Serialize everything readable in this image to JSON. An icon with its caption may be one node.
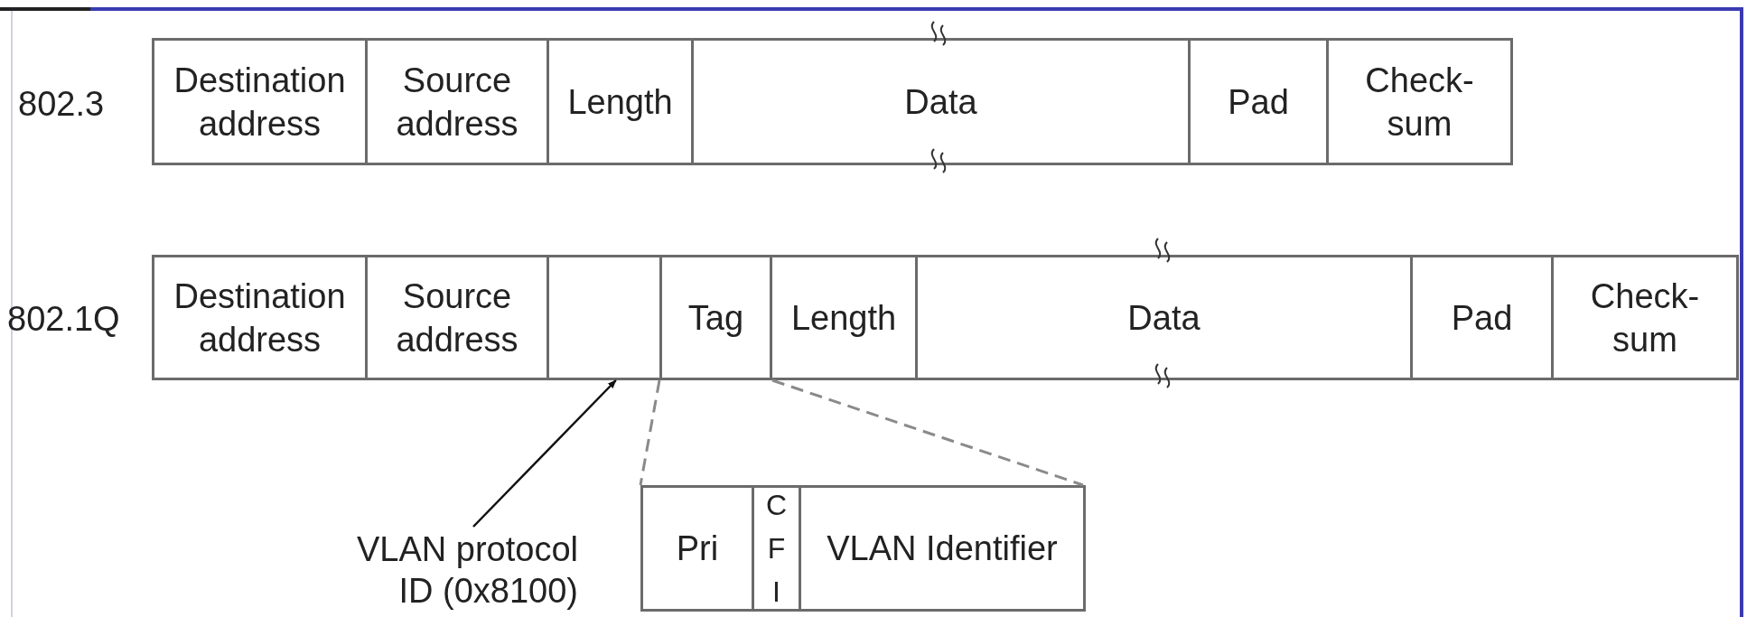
{
  "diagram": {
    "nodes": [
      {
        "text": [
          "Destination address"
        ]
      },
      {
        "text": [
          "Source address"
        ]
      },
      {
        "text": [
          "Length"
        ]
      },
      {
        "text": [
          "Data"
        ]
      },
      {
        "text": [
          "Pad"
        ]
      },
      {
        "text": [
          "Check- sum"
        ]
      },
      {
        "text": [
          "Destination address"
        ]
      },
      {
        "text": [
          "Source address"
        ]
      },
      {
        "text": [],
        "shape": "box"
      },
      {
        "text": [
          "Tag"
        ]
      },
      {
        "text": [
          "Length"
        ]
      },
      {
        "text": [
          "Data"
        ]
      },
      {
        "text": [
          "Pad"
        ]
      },
      {
        "text": [
          "Check- sum"
        ]
      },
      {
        "text": [],
        "shape": "box"
      },
      {
        "text": [
          "Pri"
        ],
        "in": 14
      },
      {
        "text": [
          "CFI"
        ],
        "in": 14
      },
      {
        "text": [
          "VLAN Identifier"
        ],
        "in": 14
      },
      {
        "text": [
          "VLAN protocol ID (0x8100)"
        ]
      }
    ],
    "edges": [
      {
        "from": 18,
        "to": 8,
        "arrow": "to",
        "color": "#111111"
      },
      {
        "from": 9,
        "to": 14,
        "arrow": "none",
        "style": "dashed"
      },
      {
        "from": 9,
        "to": 14,
        "arrow": "none",
        "style": "dashed"
      }
    ],
    "labels": [
      "802.3",
      "802.1Q"
    ]
  }
}
